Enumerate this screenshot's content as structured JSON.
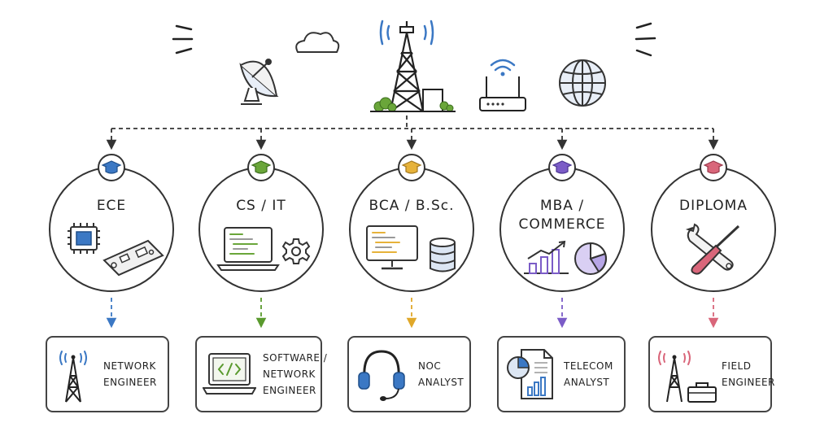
{
  "degrees": [
    {
      "name": "ECE",
      "color": "#3b78c4",
      "arrow_color": "#3b78c4"
    },
    {
      "name": "CS / IT",
      "color": "#6aa63a",
      "arrow_color": "#5a9a2e"
    },
    {
      "name": "BCA / B.Sc.",
      "color": "#e6b23a",
      "arrow_color": "#e0a82a"
    },
    {
      "name": "MBA / COMMERCE",
      "line1": "MBA /",
      "line2": "COMMERCE",
      "color": "#7b5cc7",
      "arrow_color": "#7b5cc7"
    },
    {
      "name": "DIPLOMA",
      "color": "#d9667a",
      "arrow_color": "#d9667a"
    }
  ],
  "roles": [
    {
      "line1": "NETWORK",
      "line2": "ENGINEER",
      "icon": "radio-tower-icon"
    },
    {
      "line1": "SOFTWARE /",
      "line2": "NETWORK",
      "line3": "ENGINEER",
      "icon": "code-laptop-icon"
    },
    {
      "line1": "NOC",
      "line2": "ANALYST",
      "icon": "headset-icon"
    },
    {
      "line1": "TELECOM",
      "line2": "ANALYST",
      "icon": "report-chart-icon"
    },
    {
      "line1": "FIELD",
      "line2": "ENGINEER",
      "icon": "tower-toolbox-icon"
    }
  ],
  "top_icons": [
    "satellite-dish-icon",
    "cloud-icon",
    "cell-tower-icon",
    "wifi-router-icon",
    "globe-icon"
  ],
  "colors": {
    "ink": "#333333",
    "signal_blue": "#3b78c4",
    "tree_green": "#6aa63a"
  }
}
